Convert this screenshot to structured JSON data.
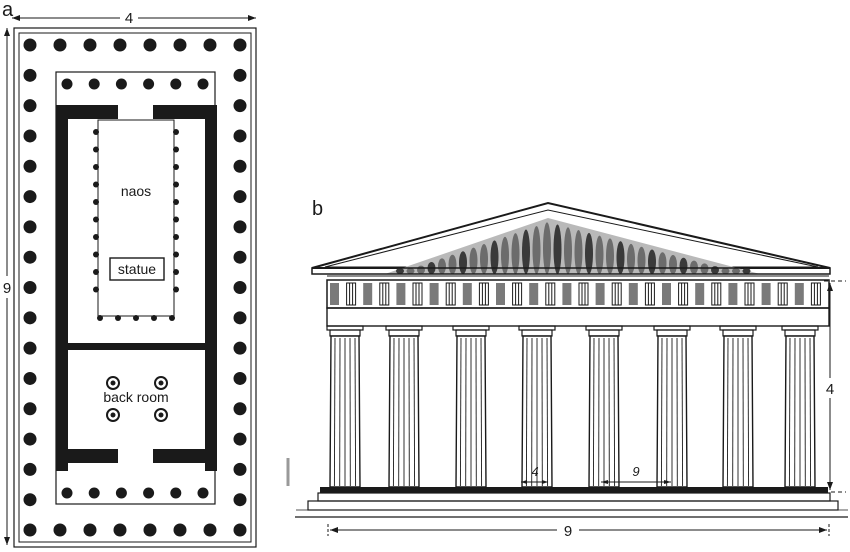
{
  "panel_a": {
    "letter": "a",
    "width_label": "4",
    "length_label": "9",
    "naos_label": "naos",
    "statue_label": "statue",
    "back_room_label": "back room"
  },
  "panel_b": {
    "letter": "b",
    "height_label": "4",
    "width_label": "9",
    "column_width_label": "4",
    "column_spacing_label": "9"
  },
  "colors": {
    "ink": "#1a1a1a",
    "paper": "#ffffff"
  }
}
